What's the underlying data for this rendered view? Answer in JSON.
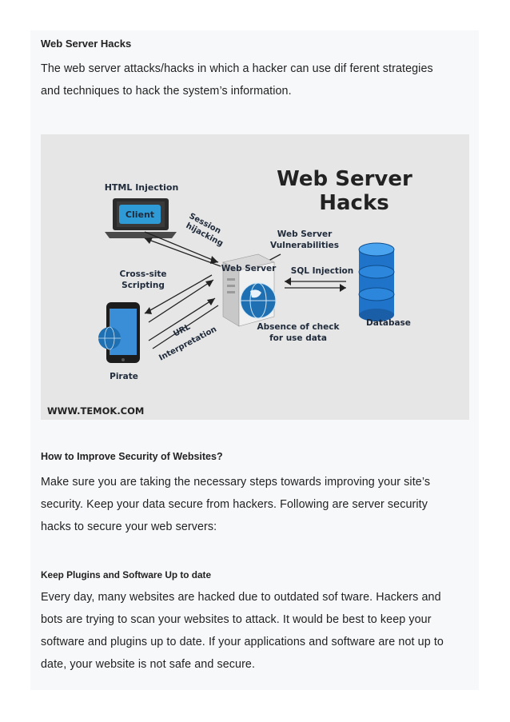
{
  "sections": {
    "web_server_hacks": {
      "heading": "Web Server Hacks",
      "lines": [
        "The web server attacks/hacks in which a hacker can use dif ferent strategies",
        "and techniques to hack the system’s information."
      ]
    },
    "improve_security": {
      "heading": "How to Improve Security of Websites?",
      "lines": [
        "Make sure you are taking the necessary steps towards improving your site’s",
        "security. Keep your data secure from hackers. Following are server security",
        "hacks to secure your web servers:"
      ]
    },
    "keep_plugins": {
      "heading": "Keep Plugins and Software Up to date",
      "lines": [
        "Every day, many websites are hacked due to outdated sof tware. Hackers and",
        "bots are trying to scan your websites to attack. It would be best to keep your",
        "software and plugins up to date. If your applications and software are not up to",
        "date, your website is not safe and secure."
      ]
    }
  },
  "figure": {
    "title_line1": "Web Server",
    "title_line2": "Hacks",
    "html_injection": "HTML Injection",
    "client": "Client",
    "session": "Session",
    "hijacking": "hijacking",
    "cross_site": "Cross-site",
    "scripting": "Scripting",
    "web_server": "Web Server",
    "vuln_line1": "Web Server",
    "vuln_line2": "Vulnerabilities",
    "sql_injection": "SQL Injection",
    "database": "Database",
    "absence_line1": "Absence of check",
    "absence_line2": "for use data",
    "url": "URL",
    "interpretation": "Interpretation",
    "pirate": "Pirate",
    "watermark": "WWW.TEMOK.COM"
  }
}
